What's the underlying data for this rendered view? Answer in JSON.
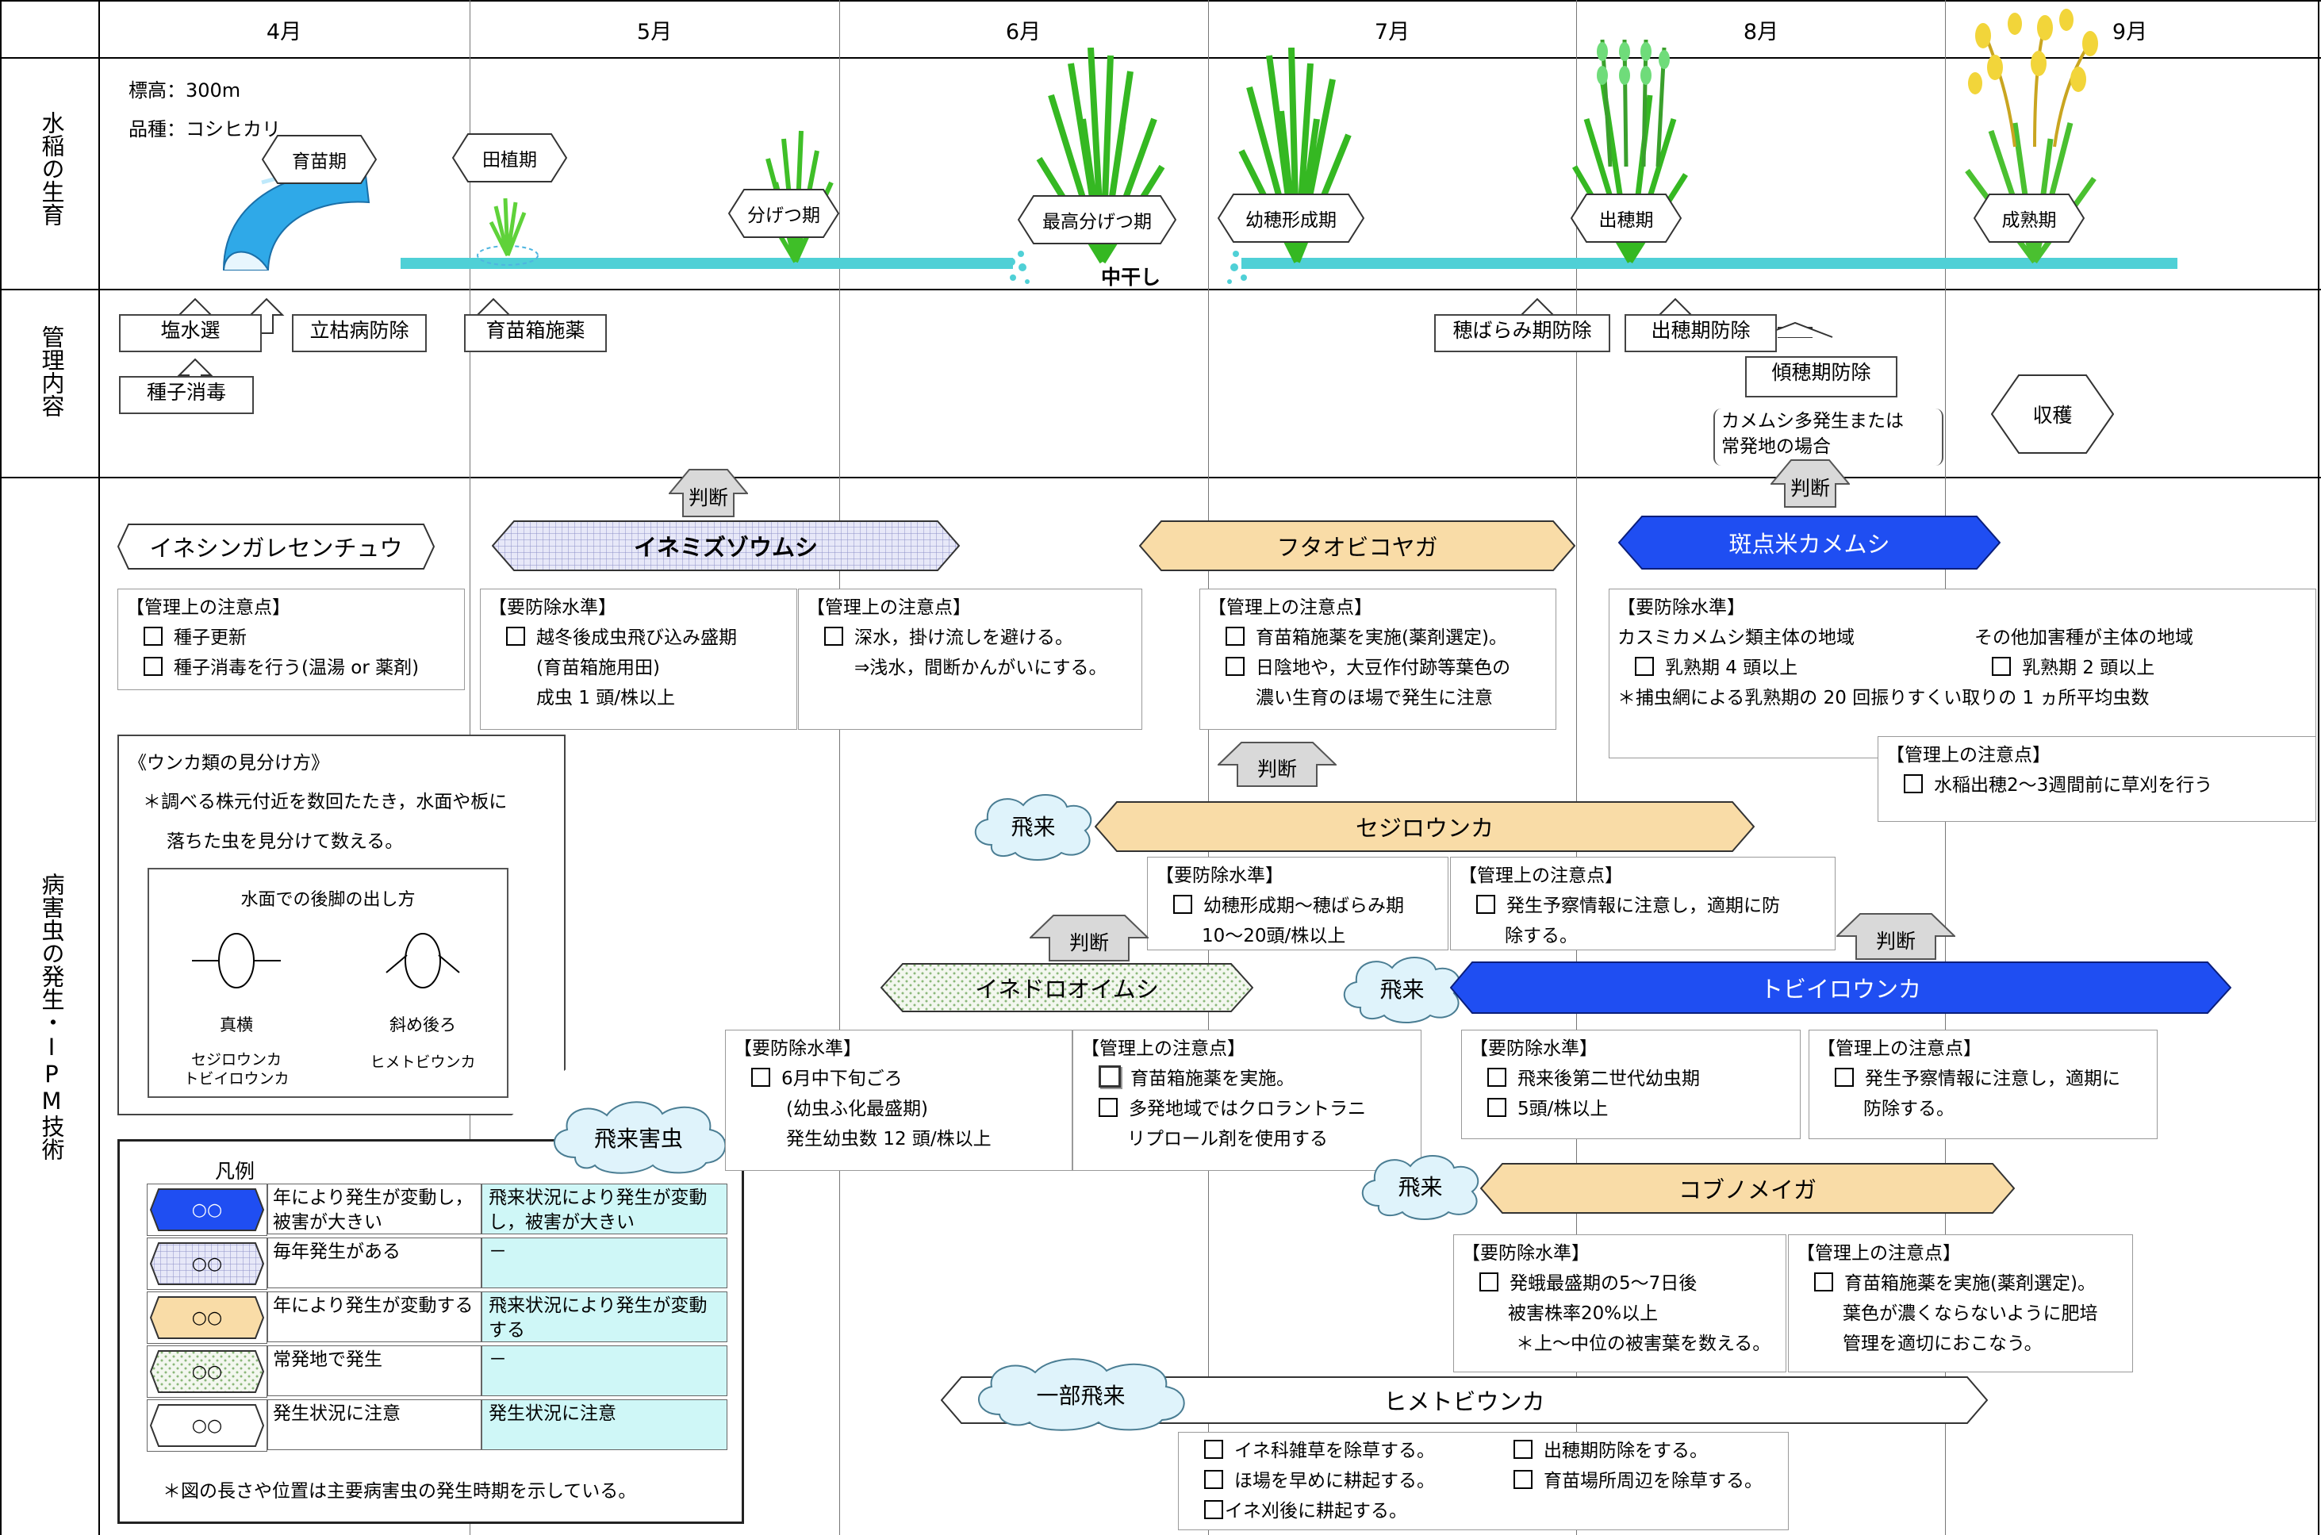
{
  "months": [
    "4月",
    "5月",
    "6月",
    "7月",
    "8月",
    "9月"
  ],
  "row_labels": {
    "growth": "水稲の生育",
    "management": "管理内容",
    "pests": "病害虫の発生・IPM技術"
  },
  "growth": {
    "elevation": "標高：300m",
    "variety": "品種：コシヒカリ",
    "stages": [
      "育苗期",
      "田植期",
      "分げつ期",
      "最高分げつ期",
      "幼穂形成期",
      "出穂期",
      "成熟期"
    ],
    "drain_label": "中干し"
  },
  "management": {
    "items": [
      "塩水選",
      "種子消毒",
      "立枯病防除",
      "育苗箱施薬",
      "穂ばらみ期防除",
      "出穂期防除",
      "傾穂期防除",
      "収穫"
    ],
    "stinkbug_note": [
      "カメムシ多発生または",
      "常発地の場合"
    ]
  },
  "judge_label": "判断",
  "pests": {
    "inesingare": {
      "name": "イネシンガレセンチュウ",
      "note_title": "【管理上の注意点】",
      "note_lines": [
        "種子更新",
        "種子消毒を行う(温湯 or 薬剤)"
      ]
    },
    "inemizuzoumushi": {
      "name": "イネミズゾウムシ",
      "threshold_title": "【要防除水準】",
      "threshold_lines": [
        "越冬後成虫飛び込み盛期",
        "(育苗箱施用田)",
        "成虫 1 頭/株以上"
      ],
      "note_title": "【管理上の注意点】",
      "note_lines": [
        "深水，掛け流しを避ける。",
        "⇒浅水，間断かんがいにする。"
      ]
    },
    "futaobikoyaga": {
      "name": "フタオビコヤガ",
      "note_title": "【管理上の注意点】",
      "note_lines": [
        "育苗箱施薬を実施(薬剤選定)。",
        "日陰地や，大豆作付跡等葉色の",
        "濃い生育のほ場で発生に注意"
      ]
    },
    "hantenmai": {
      "name": "斑点米カメムシ",
      "threshold_title": "【要防除水準】",
      "col1_head": "カスミカメムシ類主体の地域",
      "col1_item": "乳熟期 4 頭以上",
      "col2_head": "その他加害種が主体の地域",
      "col2_item": "乳熟期 2 頭以上",
      "footnote": "＊捕虫網による乳熟期の 20 回振りすくい取りの 1 ヵ所平均虫数",
      "note_title": "【管理上の注意点】",
      "note_lines": [
        "水稲出穂2～3週間前に草刈を行う"
      ]
    },
    "sejirounka": {
      "name": "セジロウンカ",
      "arrival": "飛来",
      "threshold_title": "【要防除水準】",
      "threshold_lines": [
        "幼穂形成期～穂ばらみ期",
        "10～20頭/株以上"
      ],
      "note_title": "【管理上の注意点】",
      "note_lines": [
        "発生予察情報に注意し，適期に防",
        "除する。"
      ]
    },
    "inedorooimushi": {
      "name": "イネドロオイムシ",
      "threshold_title": "【要防除水準】",
      "threshold_lines": [
        "6月中下旬ごろ",
        "(幼虫ふ化最盛期)",
        "発生幼虫数 12 頭/株以上"
      ],
      "note_title": "【管理上の注意点】",
      "note_lines": [
        "育苗箱施薬を実施。",
        "多発地域ではクロラントラニ",
        "リプロール剤を使用する"
      ]
    },
    "tobiirounka": {
      "name": "トビイロウンカ",
      "arrival": "飛来",
      "threshold_title": "【要防除水準】",
      "threshold_lines": [
        "飛来後第二世代幼虫期",
        "5頭/株以上"
      ],
      "note_title": "【管理上の注意点】",
      "note_lines": [
        "発生予察情報に注意し，適期に",
        "防除する。"
      ]
    },
    "kobunomeiga": {
      "name": "コブノメイガ",
      "arrival": "飛来",
      "threshold_title": "【要防除水準】",
      "threshold_lines": [
        "発蛾最盛期の5～7日後",
        "被害株率20%以上",
        "＊上～中位の被害葉を数える。"
      ],
      "note_title": "【管理上の注意点】",
      "note_lines": [
        "育苗箱施薬を実施(薬剤選定)。",
        "葉色が濃くならないように肥培",
        "管理を適切におこなう。"
      ]
    },
    "himetobiunka": {
      "name": "ヒメトビウンカ",
      "arrival": "一部飛来",
      "note_col1": [
        "イネ科雑草を除草する。",
        "ほ場を早めに耕起する。",
        "イネ刈後に耕起する。"
      ],
      "note_col2": [
        "出穂期防除をする。",
        "育苗場所周辺を除草する。"
      ]
    }
  },
  "unka_guide": {
    "title": "《ウンカ類の見分け方》",
    "lines": [
      "＊調べる株元付近を数回たたき，水面や板に",
      "落ちた虫を見分けて数える。"
    ],
    "inner_title": "水面での後脚の出し方",
    "left_label": "真横",
    "right_label": "斜め後ろ",
    "left_species": [
      "セジロウンカ",
      "トビイロウンカ"
    ],
    "right_species": "ヒメトビウンカ"
  },
  "legend": {
    "cloud": "飛来害虫",
    "title": "凡例",
    "symbol": "○○",
    "rows": [
      {
        "desc": "年により発生が変動し，被害が大きい",
        "desc2": "飛来状況により発生が変動し，被害が大きい",
        "color": "#1f4ef2"
      },
      {
        "desc": "毎年発生がある",
        "desc2": "－",
        "color": "#e4e6f7"
      },
      {
        "desc": "年により発生が変動する",
        "desc2": "飛来状況により発生が変動する",
        "color": "#f9dca7"
      },
      {
        "desc": "常発地で発生",
        "desc2": "－",
        "color": "#eef4ea"
      },
      {
        "desc": "発生状況に注意",
        "desc2": "発生状況に注意",
        "color": "#ffffff"
      }
    ],
    "footnote": "＊図の長さや位置は主要病害虫の発生時期を示している。"
  }
}
